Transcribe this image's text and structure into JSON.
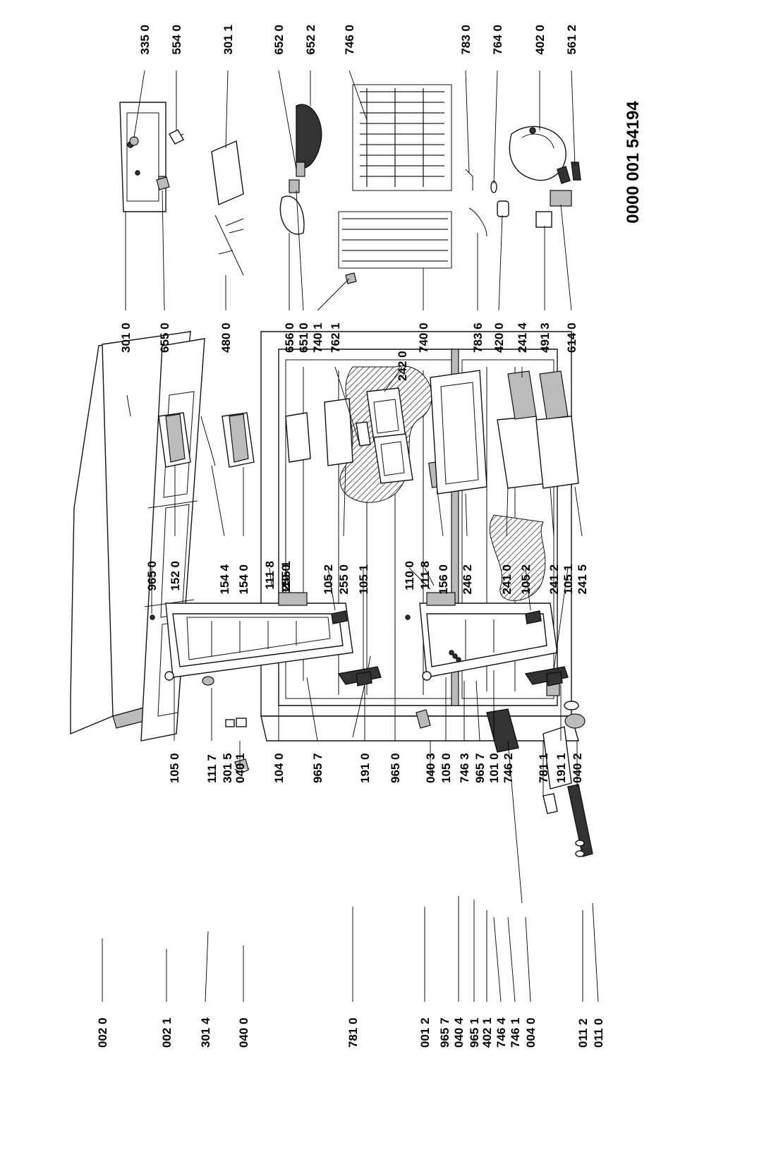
{
  "document_number": "0000 001 54194",
  "columns": {
    "far_left_bottom": [
      "002 0",
      "002 1",
      "301 4",
      "040 0",
      "781 0",
      "001 2",
      "965 7",
      "040 4",
      "965 1",
      "402 1",
      "746 4",
      "746 1",
      "004 0",
      "011 2",
      "011 0"
    ],
    "door_bottom": [
      "105 0",
      "111 7",
      "301 5",
      "040 1",
      "104 0",
      "965 7",
      "191 0",
      "965 0",
      "040 3",
      "105 0",
      "746 3",
      "965 7",
      "101 0",
      "746 2",
      "781 1",
      "191 1",
      "040 2"
    ],
    "door_top": [
      "965 0",
      "152 0",
      "111 8",
      "255 1",
      "154 4",
      "154 0",
      "110 0",
      "105 2",
      "255 0",
      "105 1",
      "110 0",
      "111 8",
      "156 0",
      "246 2",
      "241 0",
      "105 2",
      "241 2",
      "105 1",
      "241 5"
    ],
    "mid_bottom": [
      "301 0",
      "655 0",
      "480 0",
      "656 0",
      "651 0",
      "740 1",
      "762 1",
      "242 0",
      "740 0",
      "783 6",
      "420 0",
      "241 4",
      "491 3",
      "614 0"
    ],
    "right_top": [
      "335 0",
      "554 0",
      "301 1",
      "652 0",
      "652 2",
      "746 0",
      "783 0",
      "764 0",
      "402 0",
      "561 2"
    ]
  }
}
